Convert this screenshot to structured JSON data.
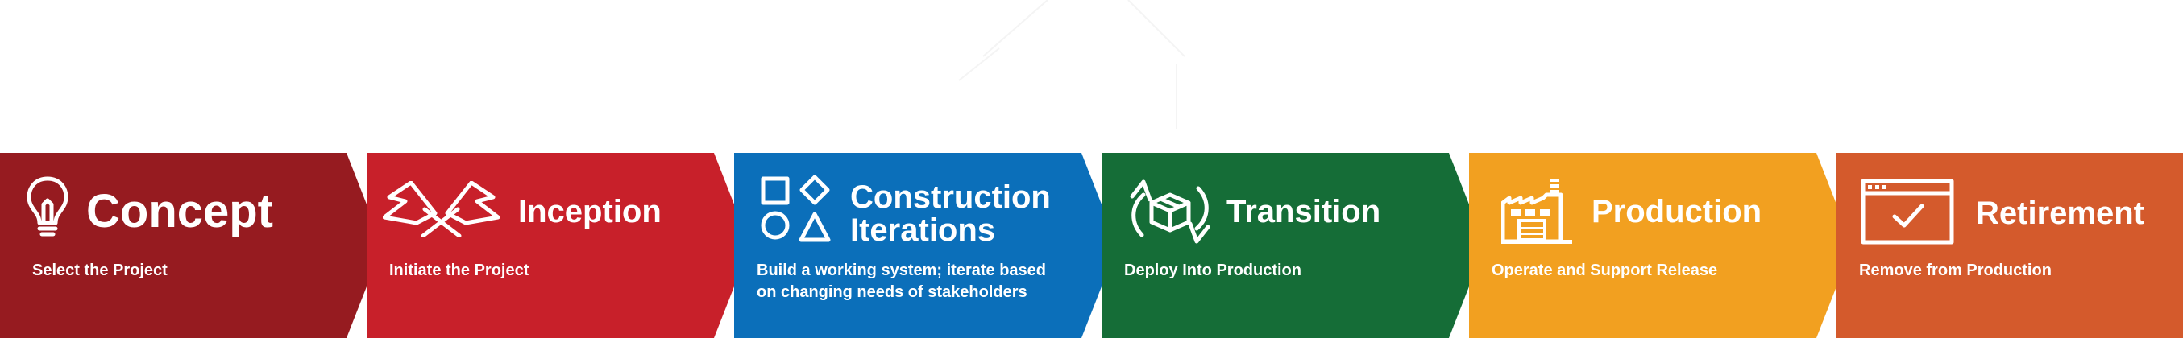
{
  "phases": [
    {
      "title": "Concept",
      "title_line2": "",
      "description": "Select the Project",
      "description_line2": "",
      "color": "#961b20",
      "icon": "lightbulb-icon"
    },
    {
      "title": "Inception",
      "title_line2": "",
      "description": "Initiate the Project",
      "description_line2": "",
      "color": "#c8202a",
      "icon": "crossed-flags-icon"
    },
    {
      "title": "Construction",
      "title_line2": "Iterations",
      "description": "Build a working system; iterate based",
      "description_line2": "on changing needs of stakeholders",
      "color": "#0b6fba",
      "icon": "shapes-icon"
    },
    {
      "title": "Transition",
      "title_line2": "",
      "description": "Deploy Into Production",
      "description_line2": "",
      "color": "#156d37",
      "icon": "box-cycle-icon"
    },
    {
      "title": "Production",
      "title_line2": "",
      "description": "Operate and Support Release",
      "description_line2": "",
      "color": "#f2a020",
      "icon": "factory-icon"
    },
    {
      "title": "Retirement",
      "title_line2": "",
      "description": "Remove from Production",
      "description_line2": "",
      "color": "#d45a2c",
      "icon": "browser-check-icon"
    }
  ]
}
